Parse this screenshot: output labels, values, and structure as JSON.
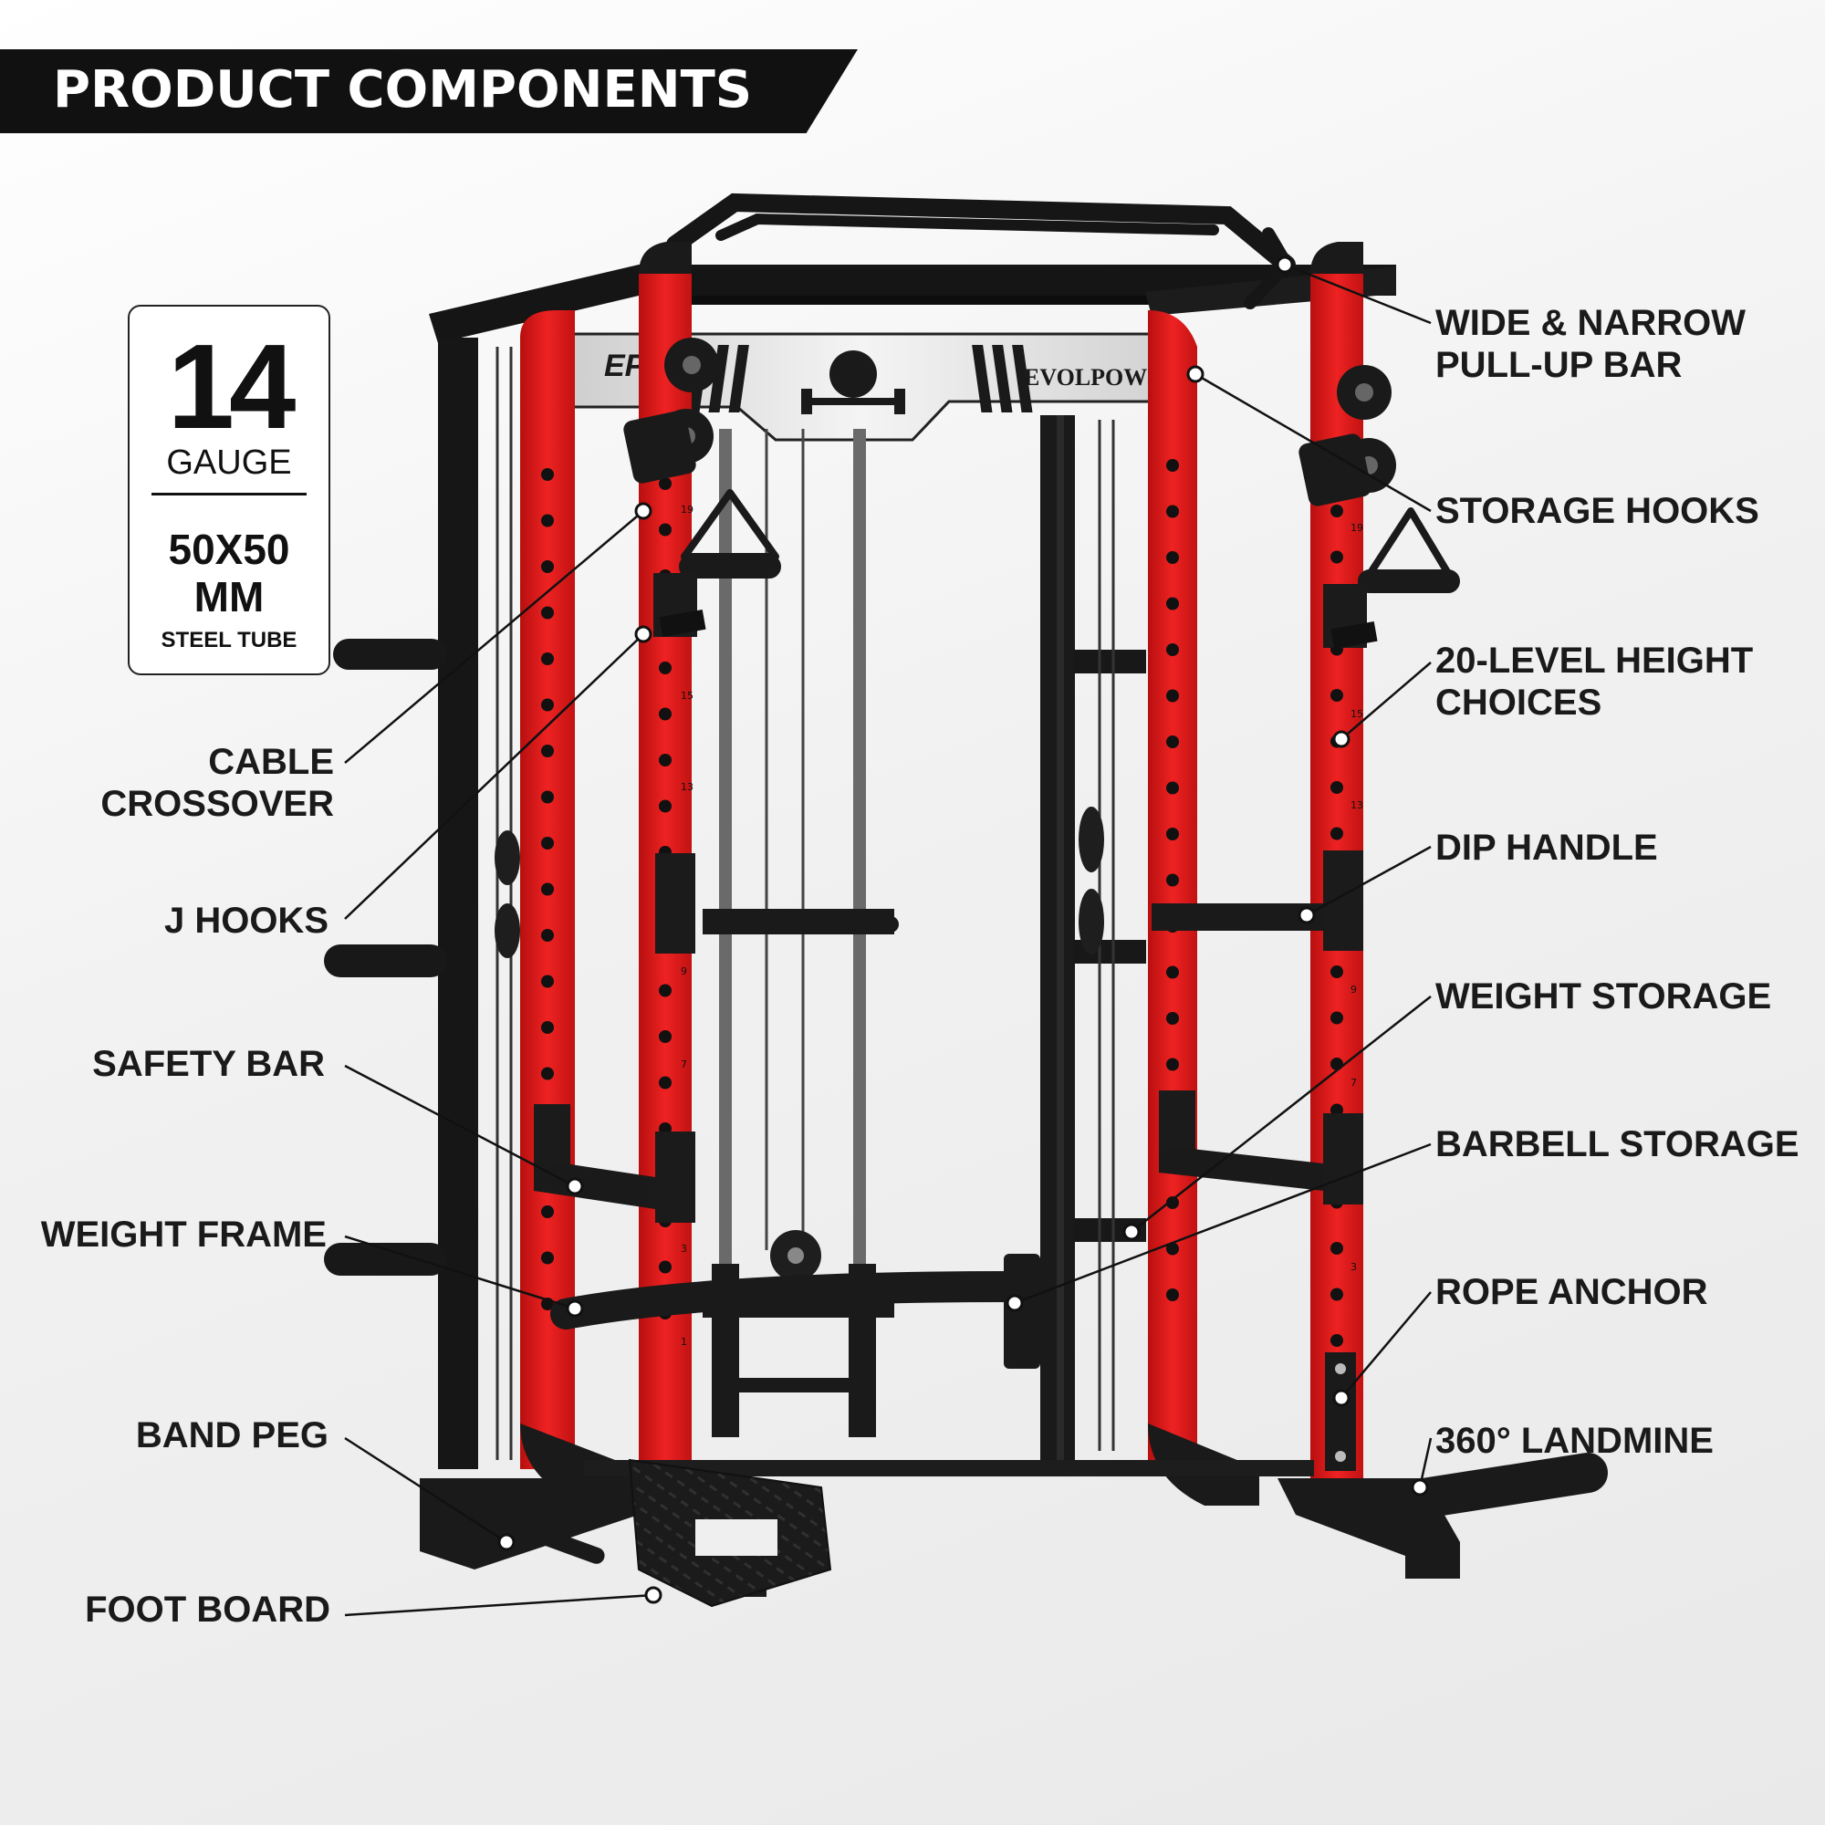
{
  "banner": {
    "title": "PRODUCT COMPONENTS"
  },
  "spec": {
    "gauge_number": "14",
    "gauge_unit": "GAUGE",
    "tube_size_line1": "50X50",
    "tube_size_line2": "MM",
    "tube_material": "STEEL TUBE"
  },
  "rack_branding": {
    "logo_mark": "EP",
    "brand_name": "EVOLPOW",
    "hole_numbers": [
      "19",
      "15",
      "13",
      "9",
      "7",
      "3",
      "1"
    ]
  },
  "labels_left": [
    {
      "id": "cable-crossover",
      "line1": "CABLE",
      "line2": "CROSSOVER"
    },
    {
      "id": "j-hooks",
      "line1": "J HOOKS"
    },
    {
      "id": "safety-bar",
      "line1": "SAFETY BAR"
    },
    {
      "id": "weight-frame",
      "line1": "WEIGHT FRAME"
    },
    {
      "id": "band-peg",
      "line1": "BAND PEG"
    },
    {
      "id": "foot-board",
      "line1": "FOOT BOARD"
    }
  ],
  "labels_right": [
    {
      "id": "pull-up-bar",
      "line1": "WIDE & NARROW",
      "line2": "PULL-UP BAR"
    },
    {
      "id": "storage-hooks",
      "line1": "STORAGE HOOKS"
    },
    {
      "id": "height-choices",
      "line1": "20-LEVEL HEIGHT",
      "line2": "CHOICES"
    },
    {
      "id": "dip-handle",
      "line1": "DIP HANDLE"
    },
    {
      "id": "weight-storage",
      "line1": "WEIGHT STORAGE"
    },
    {
      "id": "barbell-storage",
      "line1": "BARBELL STORAGE"
    },
    {
      "id": "rope-anchor",
      "line1": "ROPE ANCHOR"
    },
    {
      "id": "landmine",
      "line1": "360° LANDMINE"
    }
  ],
  "colors": {
    "frame": "#151515",
    "upright_red": "#e01a1a",
    "plate": "#e6e6e6",
    "text": "#1a1a1a"
  }
}
